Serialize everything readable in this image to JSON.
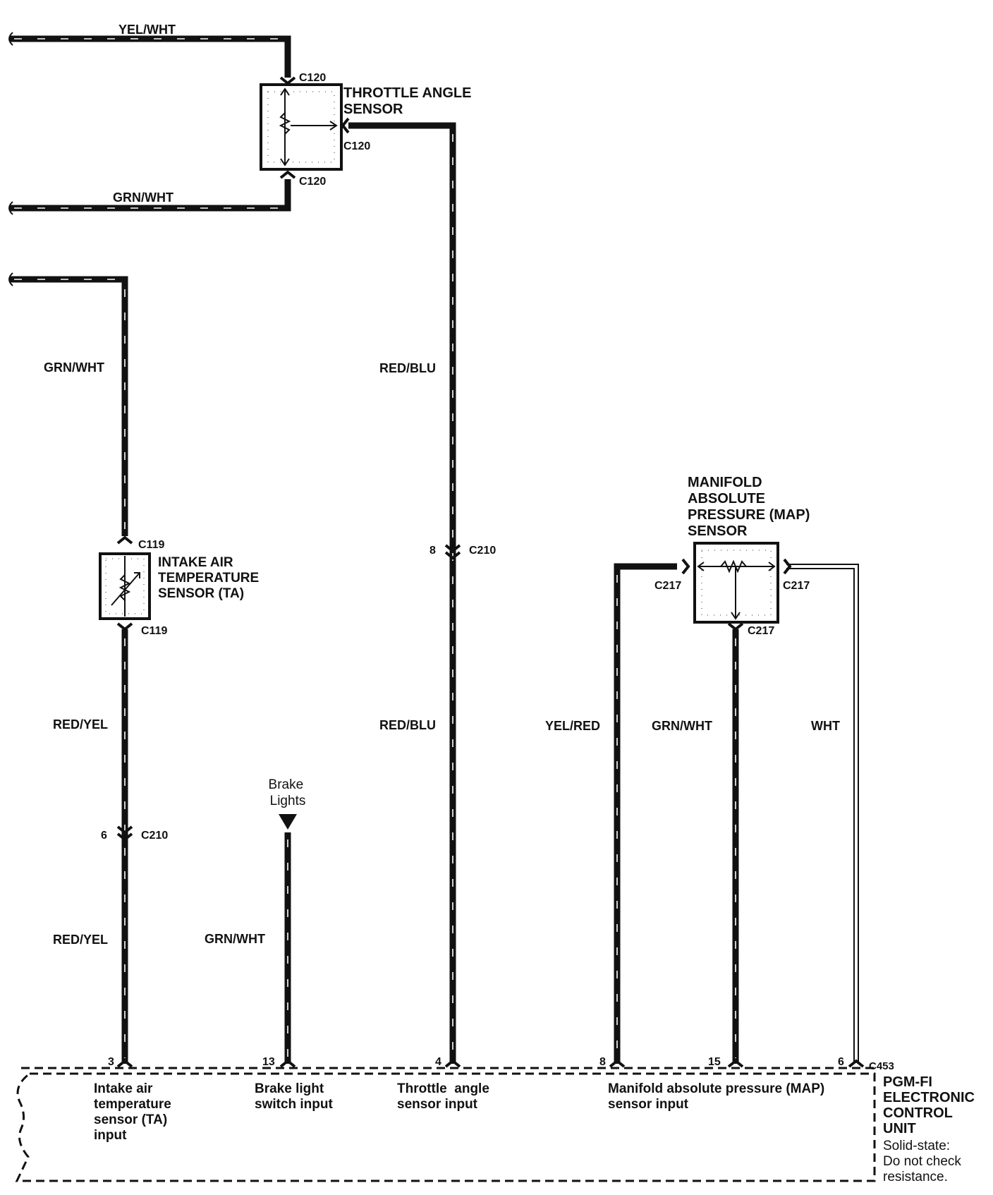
{
  "components": {
    "throttle_sensor": {
      "name_line1": "THROTTLE ANGLE",
      "name_line2": "SENSOR"
    },
    "iat_sensor": {
      "name_line1": "INTAKE AIR",
      "name_line2": "TEMPERATURE",
      "name_line3": "SENSOR (TA)"
    },
    "map_sensor": {
      "name_line1": "MANIFOLD",
      "name_line2": "ABSOLUTE",
      "name_line3": "PRESSURE (MAP)",
      "name_line4": "SENSOR"
    },
    "brake_lights": {
      "line1": "Brake",
      "line2": "Lights"
    },
    "ecu": {
      "connector": "C453",
      "name_line1": "PGM-FI",
      "name_line2": "ELECTRONIC",
      "name_line3": "CONTROL",
      "name_line4": "UNIT",
      "note_line1": "Solid-state:",
      "note_line2": "Do not check",
      "note_line3": "resistance."
    }
  },
  "connectors": {
    "tas_top": "C120",
    "tas_side": "C120",
    "tas_bottom": "C120",
    "iat_top": "C119",
    "iat_bottom": "C119",
    "c210_left": "C210",
    "c210_left_pin": "6",
    "c210_right": "C210",
    "c210_right_pin": "8",
    "map_left": "C217",
    "map_right": "C217",
    "map_bottom": "C217"
  },
  "wire_colors": {
    "tas_top": "YEL/WHT",
    "tas_bottom": "GRN/WHT",
    "iat_upper": "GRN/WHT",
    "iat_mid": "RED/YEL",
    "iat_low": "RED/YEL",
    "brake": "GRN/WHT",
    "tas_upper": "RED/BLU",
    "tas_lower": "RED/BLU",
    "map_left": "YEL/RED",
    "map_mid": "GRN/WHT",
    "map_right": "WHT"
  },
  "ecu_pins": [
    {
      "pin": "3",
      "desc_lines": [
        "Intake air",
        "temperature",
        "sensor (TA)",
        "input"
      ]
    },
    {
      "pin": "13",
      "desc_lines": [
        "Brake light",
        "switch input"
      ]
    },
    {
      "pin": "4",
      "desc_lines": [
        "Throttle  angle",
        "sensor input"
      ]
    },
    {
      "pin": "8",
      "desc_lines": [
        "Manifold absolute pressure (MAP)",
        "sensor input"
      ]
    },
    {
      "pin": "15",
      "desc_lines": []
    },
    {
      "pin": "6",
      "desc_lines": []
    }
  ]
}
